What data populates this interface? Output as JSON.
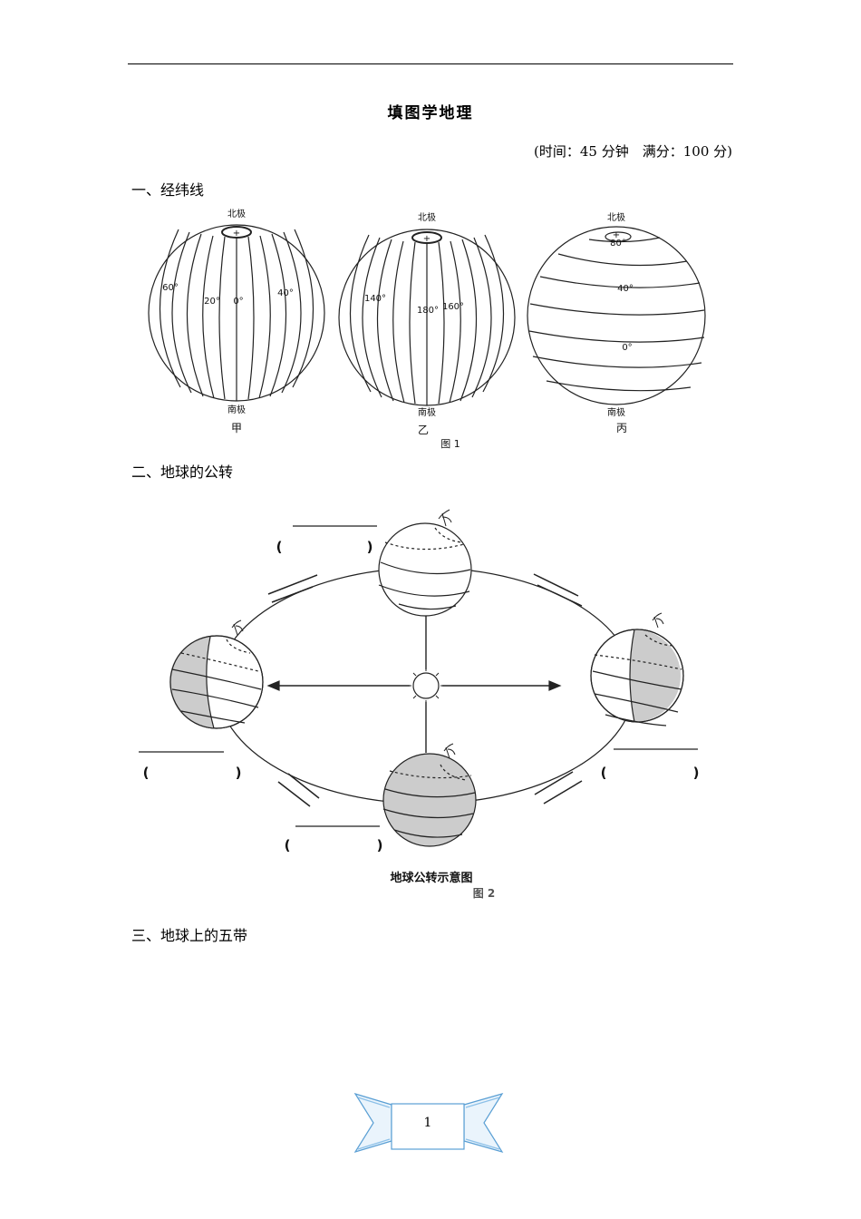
{
  "header": {
    "title": "填图学地理",
    "info": "(时间：45 分钟　满分：100 分)"
  },
  "sections": [
    {
      "label": "一、经纬线"
    },
    {
      "label": "二、地球的公转"
    },
    {
      "label": "三、地球上的五带"
    }
  ],
  "figure1": {
    "caption": "图 1",
    "globes": [
      {
        "name": "甲",
        "north": "北极",
        "south": "南极",
        "labels": [
          "60°",
          "20°",
          "0°",
          "40°"
        ]
      },
      {
        "name": "乙",
        "north": "北极",
        "south": "南极",
        "labels": [
          "140°",
          "180°",
          "160°"
        ]
      },
      {
        "name": "丙",
        "north": "北极",
        "south": "南极",
        "labels": [
          "80°",
          "40°",
          "0°"
        ]
      }
    ]
  },
  "figure2": {
    "subtitle": "地球公转示意图",
    "caption": "图 2",
    "blank_open": "(",
    "blank_close": ")"
  },
  "footer": {
    "page_number": "1"
  }
}
